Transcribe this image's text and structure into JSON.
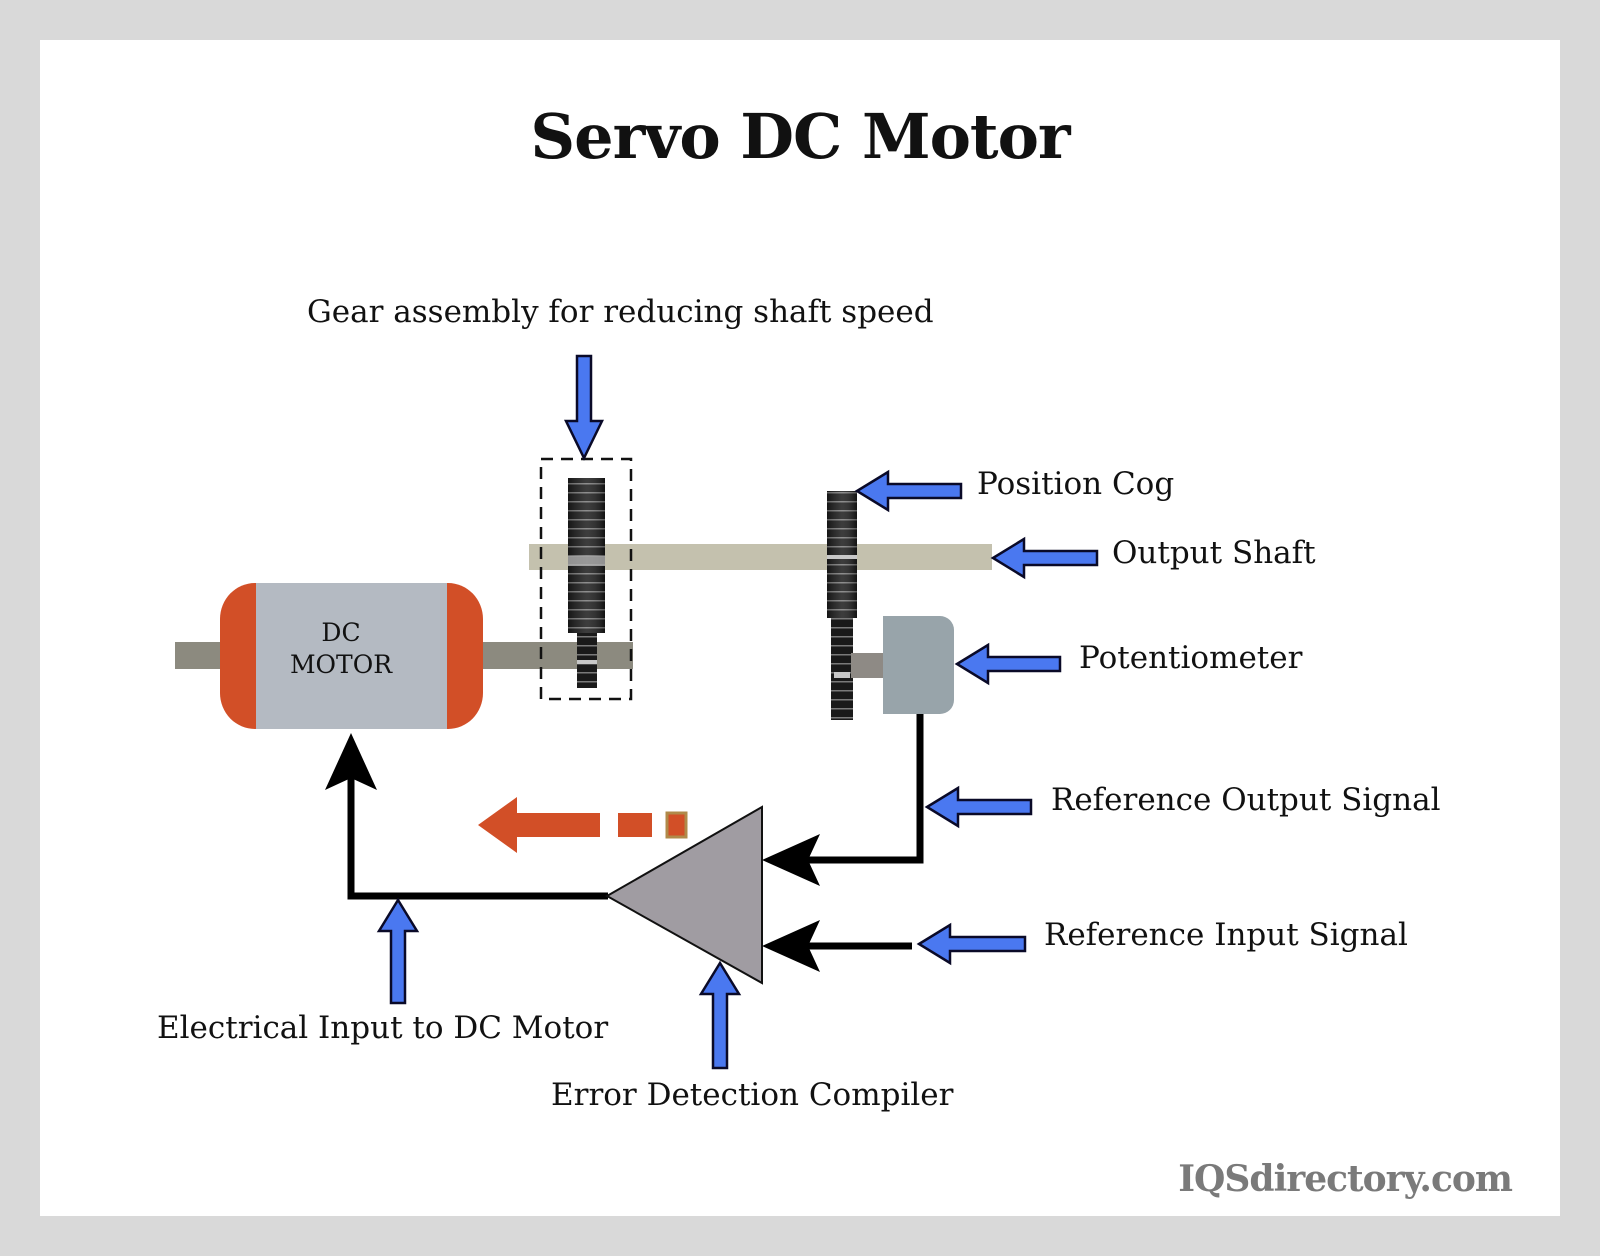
{
  "title": "Servo DC Motor",
  "motor": {
    "line1": "DC",
    "line2": "MOTOR"
  },
  "labels": {
    "gear_assembly": "Gear assembly for reducing shaft speed",
    "position_cog": "Position Cog",
    "output_shaft": "Output Shaft",
    "potentiometer": "Potentiometer",
    "reference_output": "Reference Output Signal",
    "reference_input": "Reference Input Signal",
    "electrical_input": "Electrical Input to DC Motor",
    "error_detection": "Error Detection Compiler"
  },
  "brand": "IQSdirectory.com",
  "colors": {
    "pointer_arrow": "#4a78f0",
    "motor_cap": "#d24f27",
    "motor_body": "#b4bac2",
    "output_shaft": "#c4c1ae",
    "motor_shaft": "#8c8a7f",
    "potentiometer": "#98a4aa",
    "comparator": "#a09ca2",
    "signal_line": "#000000",
    "frame": "#d9d9d9"
  }
}
